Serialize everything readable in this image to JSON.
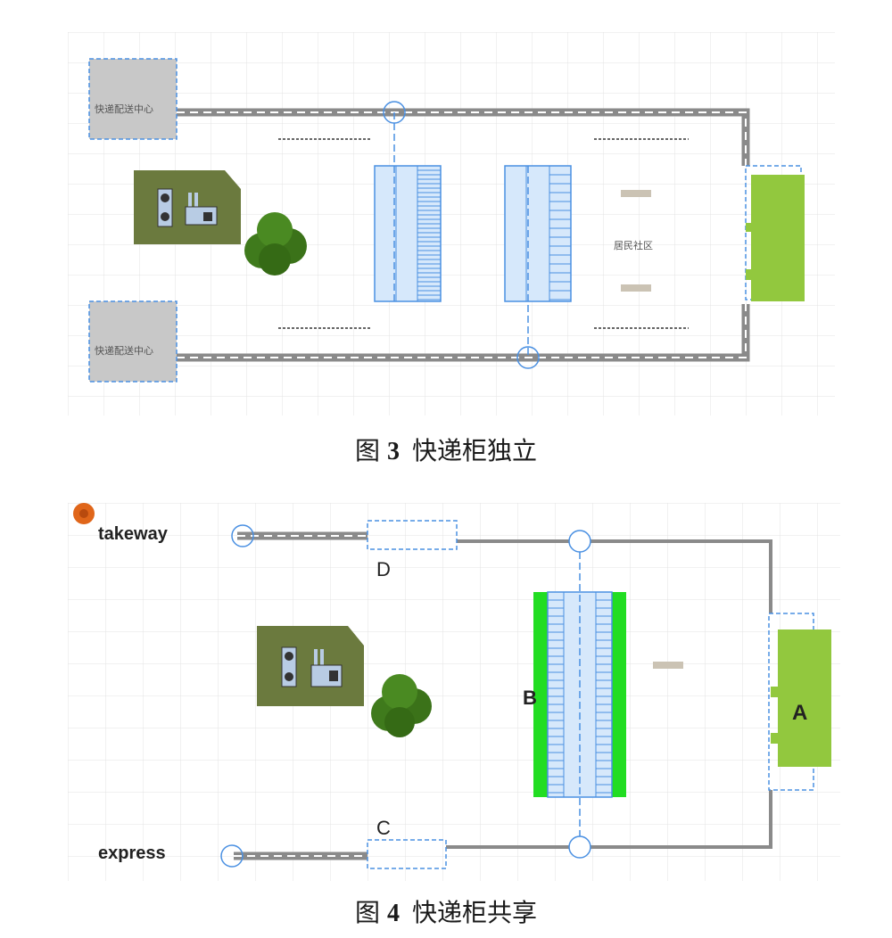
{
  "figure3": {
    "caption_prefix": "图",
    "caption_number": "3",
    "caption_text": "快递柜独立",
    "distribution_center_top": "快递配送中心",
    "distribution_center_bottom": "快递配送中心",
    "community": "居民社区"
  },
  "figure4": {
    "caption_prefix": "图",
    "caption_number": "4",
    "caption_text": "快递柜共享",
    "takeway": "takeway",
    "express": "express",
    "label_a": "A",
    "label_b": "B",
    "label_c": "C",
    "label_d": "D"
  },
  "colors": {
    "grid": "#e3e3e3",
    "road": "#8a8a8a",
    "road_dash": "#ffffff",
    "link_blue": "#4a90e2",
    "locker_fill": "#d6e8fb",
    "community_green": "#92c83e",
    "bright_green": "#22dd22",
    "building_olive": "#6b7a3e",
    "tree_green": "#3f7a1c",
    "center_gray": "#c8c8c8",
    "orange": "#e0661a"
  }
}
